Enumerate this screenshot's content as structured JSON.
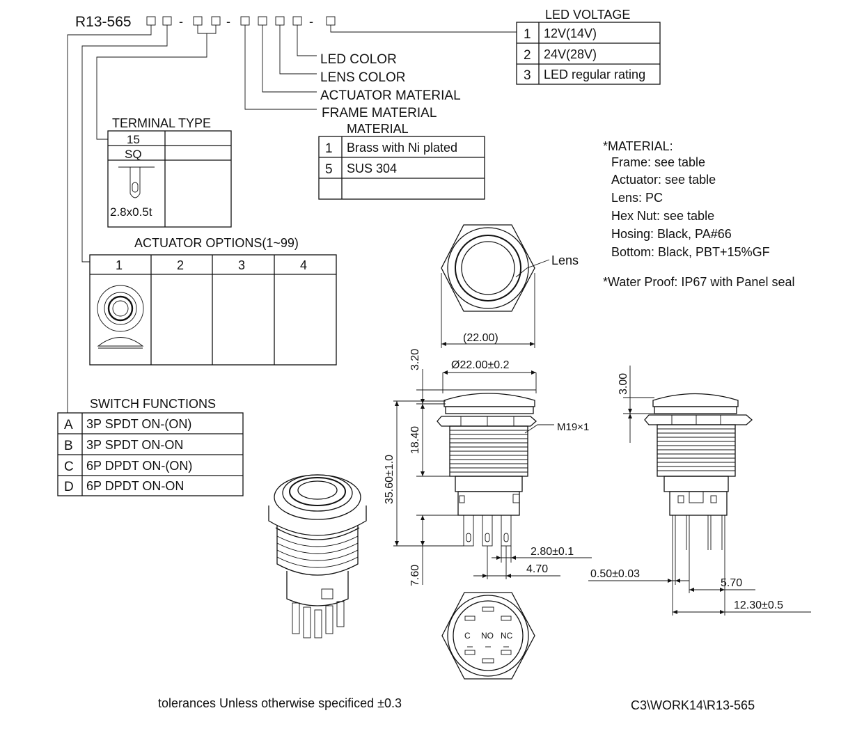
{
  "part_code": {
    "prefix": "R13-565",
    "separator": "-"
  },
  "code_fields": {
    "led_color": "LED COLOR",
    "lens_color": "LENS COLOR",
    "actuator_material": "ACTUATOR MATERIAL",
    "frame_material": "FRAME MATERIAL"
  },
  "led_voltage": {
    "title": "LED VOLTAGE",
    "rows": [
      {
        "code": "1",
        "value": "12V(14V)"
      },
      {
        "code": "2",
        "value": "24V(28V)"
      },
      {
        "code": "3",
        "value": "LED regular rating"
      }
    ]
  },
  "terminal_type": {
    "title": "TERMINAL TYPE",
    "rows": [
      "15",
      "SQ"
    ],
    "dimension": "2.8x0.5t"
  },
  "material_table": {
    "title": "MATERIAL",
    "rows": [
      {
        "code": "1",
        "value": "Brass with Ni plated"
      },
      {
        "code": "5",
        "value": "SUS 304"
      }
    ]
  },
  "material_notes": {
    "heading": "*MATERIAL:",
    "lines": [
      "Frame: see table",
      "Actuator: see table",
      "Lens: PC",
      "Hex Nut: see table",
      "Hosing: Black, PA#66",
      "Bottom: Black, PBT+15%GF"
    ],
    "water_proof": "*Water Proof: IP67 with Panel seal"
  },
  "actuator_options": {
    "title": "ACTUATOR OPTIONS(1~99)",
    "columns": [
      "1",
      "2",
      "3",
      "4"
    ]
  },
  "switch_functions": {
    "title": "SWITCH FUNCTIONS",
    "rows": [
      {
        "code": "A",
        "value": "3P SPDT ON-(ON)"
      },
      {
        "code": "B",
        "value": "3P SPDT ON-ON"
      },
      {
        "code": "C",
        "value": "6P DPDT ON-(ON)"
      },
      {
        "code": "D",
        "value": "6P DPDT ON-ON"
      }
    ]
  },
  "top_view": {
    "lens_label": "Lens",
    "width": "(22.00)"
  },
  "front_view": {
    "diameter": "Ø22.00±0.2",
    "thread": "M19×1",
    "head_height": "3.20",
    "thread_length": "18.40",
    "overall_height": "35.60±1.0",
    "terminal_length": "7.60",
    "terminal_width": "2.80±0.1",
    "terminal_pitch": "4.70"
  },
  "bottom_view": {
    "labels": [
      "C",
      "NO",
      "NC"
    ]
  },
  "side_view": {
    "head_height": "3.00",
    "terminal_thickness": "0.50±0.03",
    "pin_spacing": "5.70",
    "pin_span": "12.30±0.5"
  },
  "footer": {
    "tolerance": "tolerances Unless otherwise specificed ±0.3",
    "file_path": "C3\\WORK14\\R13-565"
  }
}
